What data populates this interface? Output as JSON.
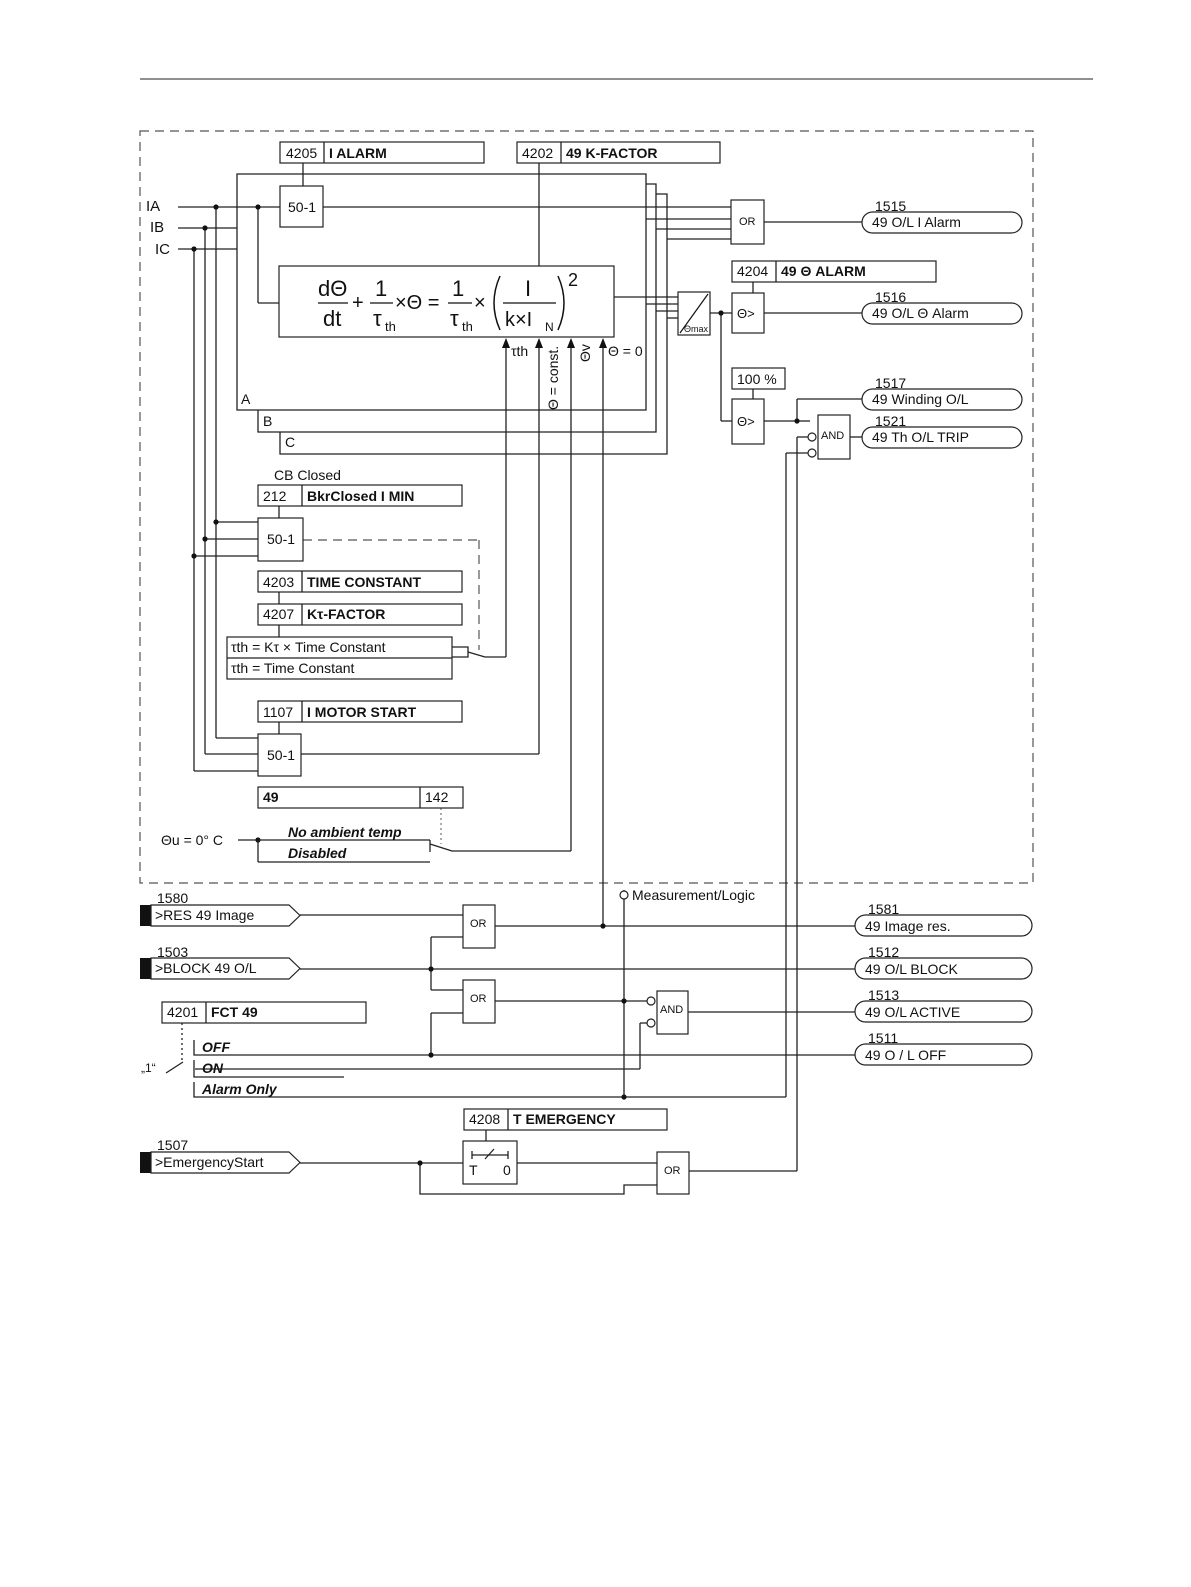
{
  "settings": {
    "i_alarm": {
      "num": "4205",
      "label": "I ALARM"
    },
    "k_factor": {
      "num": "4202",
      "label": "49 K-FACTOR"
    },
    "theta_alarm": {
      "num": "4204",
      "label": "49 Θ ALARM"
    },
    "percent": "100 %",
    "bkr_closed": {
      "num": "212",
      "label": "BkrClosed I MIN"
    },
    "time_constant": {
      "num": "4203",
      "label": "TIME CONSTANT"
    },
    "kt_factor": {
      "num": "4207",
      "label": "Kτ-FACTOR"
    },
    "motor_start": {
      "num": "1107",
      "label": "I MOTOR START"
    },
    "ambient": {
      "label": "49",
      "num": "142"
    },
    "fct49": {
      "num": "4201",
      "label": "FCT 49"
    },
    "t_emergency": {
      "num": "4208",
      "label": "T EMERGENCY"
    }
  },
  "inputs": {
    "ia": "IA",
    "ib": "IB",
    "ic": "IC"
  },
  "phases": {
    "a": "A",
    "b": "B",
    "c": "C"
  },
  "cb_closed": "CB Closed",
  "elements": {
    "relay": "50-1",
    "or": "OR",
    "and": "AND",
    "theta_gt": "Θ>",
    "theta_max": "Θmax"
  },
  "formula": {
    "dtheta": "dΘ",
    "dt": "dt",
    "one": "1",
    "tau": "τ",
    "th": "th",
    "times_theta": "×Θ =",
    "times": "×",
    "plus": "+",
    "I": "I",
    "kxi": "k×I",
    "n": "N",
    "sq": "2"
  },
  "formula_inputs": {
    "tau": "τth",
    "const": "Θ = const.",
    "thetav": "Θv",
    "zero": "Θ = 0"
  },
  "tau_options": [
    "τth = Kτ × Time Constant",
    "τth = Time Constant"
  ],
  "ambient_options": [
    "No ambient temp",
    "Disabled"
  ],
  "theta_u": "Θu = 0° C",
  "measurement": "Measurement/Logic",
  "fct_options": [
    "OFF",
    "ON",
    "Alarm Only"
  ],
  "one_label": "„1“",
  "timer": {
    "t": "T",
    "zero": "0"
  },
  "binary_inputs": [
    {
      "num": "1580",
      "label": ">RES 49 Image"
    },
    {
      "num": "1503",
      "label": ">BLOCK 49 O/L"
    },
    {
      "num": "1507",
      "label": ">EmergencyStart"
    }
  ],
  "outputs": [
    {
      "num": "1515",
      "label": "49 O/L I Alarm"
    },
    {
      "num": "1516",
      "label": "49 O/L Θ Alarm"
    },
    {
      "num": "1517",
      "label": "49 Winding O/L"
    },
    {
      "num": "1521",
      "label": "49 Th O/L TRIP"
    },
    {
      "num": "1581",
      "label": "49  Image res."
    },
    {
      "num": "1512",
      "label": "49 O/L BLOCK"
    },
    {
      "num": "1513",
      "label": "49 O/L ACTIVE"
    },
    {
      "num": "1511",
      "label": "49 O / L OFF"
    }
  ]
}
